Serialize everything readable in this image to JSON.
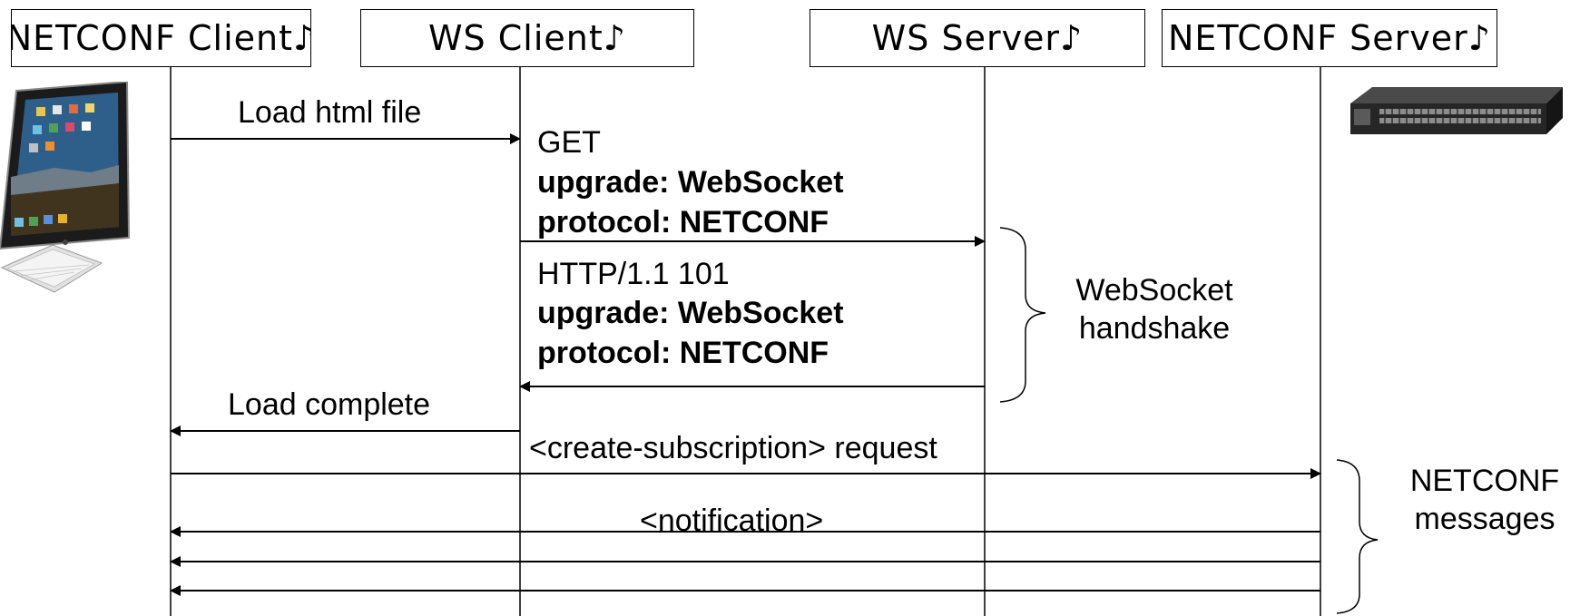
{
  "participants": {
    "netconf_client": "NETCONF Client♪",
    "ws_client": "WS Client♪",
    "ws_server": "WS Server♪",
    "netconf_server": "NETCONF Server♪"
  },
  "messages": {
    "load_html": "Load html file",
    "get": "GET",
    "upgrade1": "upgrade: WebSocket",
    "protocol1": "protocol: NETCONF",
    "http_101": "HTTP/1.1 101",
    "upgrade2": "upgrade: WebSocket",
    "protocol2": "protocol: NETCONF",
    "load_complete": "Load complete",
    "create_subscription": "<create-subscription> request",
    "notification": "<notification>"
  },
  "groups": {
    "websocket_line1": "WebSocket",
    "websocket_line2": "handshake",
    "netconf_line1": "NETCONF",
    "netconf_line2": "messages"
  },
  "icons": {
    "client_device": "tablet-with-keyboard-icon",
    "server_device": "network-switch-icon"
  }
}
